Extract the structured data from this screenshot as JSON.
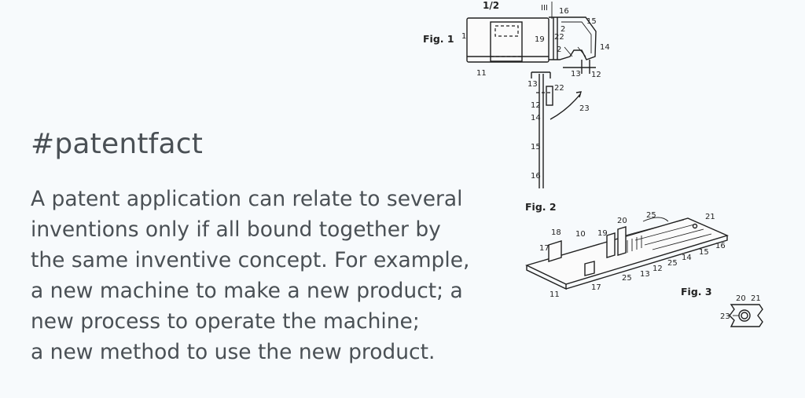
{
  "heading": "#patentfact",
  "paragraph_lines": [
    "A patent application can relate to several",
    "inventions only if all bound together by",
    "the same inventive concept. For example,",
    "a new machine to make a new product; a",
    "new process to operate the machine;",
    "a new method to use the new product."
  ],
  "drawing": {
    "sheet_number": "1/2",
    "fig1": "Fig. 1",
    "fig2": "Fig. 2",
    "fig3": "Fig. 3",
    "section_marker": "III",
    "fig1_labels": [
      "1",
      "2",
      "2",
      "11",
      "12",
      "13",
      "14",
      "15",
      "16",
      "19",
      "22"
    ],
    "fig2_labels": [
      "13",
      "22",
      "12",
      "14",
      "15",
      "16",
      "23"
    ],
    "fig3_labels": [
      "10",
      "11",
      "12",
      "13",
      "14",
      "15",
      "16",
      "17",
      "17",
      "18",
      "19",
      "20",
      "21",
      "25",
      "25",
      "25"
    ],
    "fig_detail_labels": [
      "20",
      "21",
      "23"
    ]
  }
}
